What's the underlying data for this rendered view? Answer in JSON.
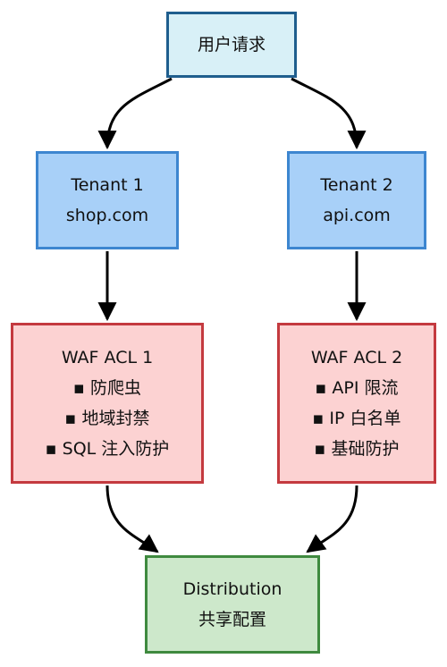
{
  "nodes": {
    "user_request": {
      "label": "用户请求"
    },
    "tenant1": {
      "title": "Tenant 1",
      "domain": "shop.com"
    },
    "tenant2": {
      "title": "Tenant 2",
      "domain": "api.com"
    },
    "waf1": {
      "title": "WAF ACL 1",
      "items": [
        "▪ 防爬虫",
        "▪ 地域封禁",
        "▪ SQL 注入防护"
      ]
    },
    "waf2": {
      "title": "WAF ACL 2",
      "items": [
        "▪ API 限流",
        "▪ IP 白名单",
        "▪ 基础防护"
      ]
    },
    "distribution": {
      "title": "Distribution",
      "subtitle": "共享配置"
    }
  },
  "edges": [
    {
      "from": "user_request",
      "to": "tenant1"
    },
    {
      "from": "user_request",
      "to": "tenant2"
    },
    {
      "from": "tenant1",
      "to": "waf1"
    },
    {
      "from": "tenant2",
      "to": "waf2"
    },
    {
      "from": "waf1",
      "to": "distribution"
    },
    {
      "from": "waf2",
      "to": "distribution"
    }
  ],
  "colors": {
    "request_fill": "#d8f0f7",
    "request_border": "#1f5e8e",
    "tenant_fill": "#a8d0f8",
    "tenant_border": "#3d86d0",
    "waf_fill": "#fcd2d2",
    "waf_border": "#c43a3f",
    "dist_fill": "#cde8cb",
    "dist_border": "#3f8a3f",
    "edge": "#000000"
  }
}
